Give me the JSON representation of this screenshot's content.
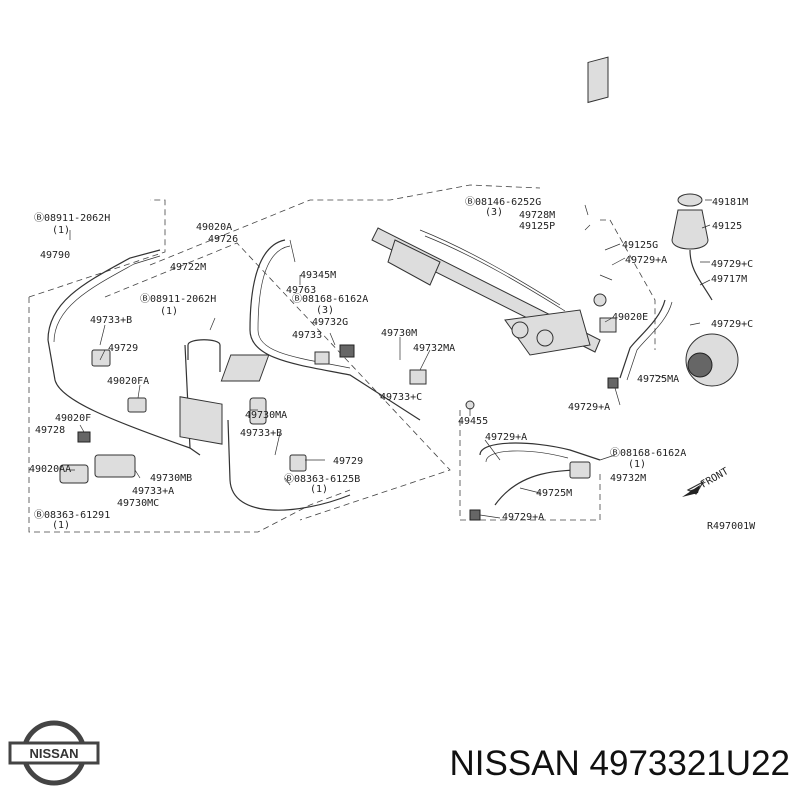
{
  "labels": [
    {
      "id": "l1",
      "text": "Ⓑ08911-2062H"
    },
    {
      "id": "l2",
      "text": "(1)"
    },
    {
      "id": "l3",
      "text": "49790"
    },
    {
      "id": "l4",
      "text": "49733+B"
    },
    {
      "id": "l5",
      "text": "49729"
    },
    {
      "id": "l6",
      "text": "49020FA"
    },
    {
      "id": "l7",
      "text": "49020F"
    },
    {
      "id": "l8",
      "text": "49728"
    },
    {
      "id": "l9",
      "text": "49020AA"
    },
    {
      "id": "l10",
      "text": "49730MB"
    },
    {
      "id": "l11",
      "text": "49733+A"
    },
    {
      "id": "l12",
      "text": "49730MC"
    },
    {
      "id": "l13",
      "text": "Ⓑ08363-61291"
    },
    {
      "id": "l14",
      "text": "(1)"
    },
    {
      "id": "l15",
      "text": "49020A"
    },
    {
      "id": "l16",
      "text": "49726"
    },
    {
      "id": "l17",
      "text": "49722M"
    },
    {
      "id": "l18",
      "text": "49345M"
    },
    {
      "id": "l19",
      "text": "49763"
    },
    {
      "id": "l20",
      "text": "Ⓑ08911-2062H"
    },
    {
      "id": "l21",
      "text": "(1)"
    },
    {
      "id": "l22",
      "text": "Ⓑ08168-6162A"
    },
    {
      "id": "l23",
      "text": "(3)"
    },
    {
      "id": "l24",
      "text": "49732G"
    },
    {
      "id": "l25",
      "text": "49733"
    },
    {
      "id": "l26",
      "text": "49730M"
    },
    {
      "id": "l27",
      "text": "49732MA"
    },
    {
      "id": "l28",
      "text": "49733+C"
    },
    {
      "id": "l29",
      "text": "49730MA"
    },
    {
      "id": "l30",
      "text": "49733+B"
    },
    {
      "id": "l31",
      "text": "49729"
    },
    {
      "id": "l32",
      "text": "Ⓑ08363-6125B"
    },
    {
      "id": "l33",
      "text": "(1)"
    },
    {
      "id": "l34",
      "text": "49455"
    },
    {
      "id": "l35",
      "text": "Ⓑ08146-6252G"
    },
    {
      "id": "l36",
      "text": "(3)"
    },
    {
      "id": "l37",
      "text": "49728M"
    },
    {
      "id": "l38",
      "text": "49125P"
    },
    {
      "id": "l39",
      "text": "49181M"
    },
    {
      "id": "l40",
      "text": "49125"
    },
    {
      "id": "l41",
      "text": "49125G"
    },
    {
      "id": "l42",
      "text": "49729+A"
    },
    {
      "id": "l43",
      "text": "49729+C"
    },
    {
      "id": "l44",
      "text": "49717M"
    },
    {
      "id": "l45",
      "text": "49020E"
    },
    {
      "id": "l46",
      "text": "49729+C"
    },
    {
      "id": "l47",
      "text": "49725MA"
    },
    {
      "id": "l48",
      "text": "49729+A"
    },
    {
      "id": "l49",
      "text": "49729+A"
    },
    {
      "id": "l50",
      "text": "Ⓑ08168-6162A"
    },
    {
      "id": "l51",
      "text": "(1)"
    },
    {
      "id": "l52",
      "text": "49732M"
    },
    {
      "id": "l53",
      "text": "49725M"
    },
    {
      "id": "l54",
      "text": "49729+A"
    },
    {
      "id": "l55",
      "text": "FRONT"
    },
    {
      "id": "l56",
      "text": "R497001W"
    }
  ],
  "logo_text": "NISSAN",
  "caption": "NISSAN 4973321U22"
}
